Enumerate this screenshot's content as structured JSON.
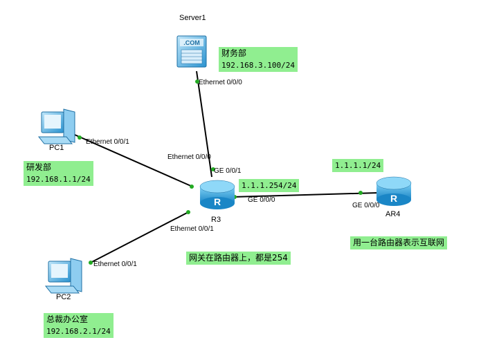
{
  "devices": {
    "server1": {
      "name": "Server1",
      "badge": ".COM"
    },
    "pc1": {
      "name": "PC1"
    },
    "pc2": {
      "name": "PC2"
    },
    "r3": {
      "name": "R3",
      "glyph": "R"
    },
    "ar4": {
      "name": "AR4",
      "glyph": "R"
    }
  },
  "ports": {
    "server1_eth": "Ethernet 0/0/0",
    "pc1_eth": "Ethernet 0/0/1",
    "r3_eth000": "Ethernet 0/0/0",
    "r3_ge001": "GE 0/0/1",
    "r3_ge000": "GE 0/0/0",
    "r3_eth001": "Ethernet 0/0/1",
    "pc2_eth": "Ethernet 0/0/1",
    "ar4_ge000": "GE 0/0/0"
  },
  "notes": {
    "finance": {
      "title": "财务部",
      "ip": "192.168.3.100/24"
    },
    "rd": {
      "title": "研发部",
      "ip": "192.168.1.1/24"
    },
    "exec": {
      "title": "总裁办公室",
      "ip": "192.168.2.1/24"
    },
    "r3_ip": "1.1.1.254/24",
    "ar4_ip": "1.1.1.1/24",
    "gateway": "网关在路由器上，都是254",
    "internet": "用一台路由器表示互联网"
  },
  "colors": {
    "note_bg": "#90ee90",
    "link": "#000000",
    "port_dot": "#22aa22",
    "router": "#2a9fd6",
    "device": "#3aa3d9"
  }
}
